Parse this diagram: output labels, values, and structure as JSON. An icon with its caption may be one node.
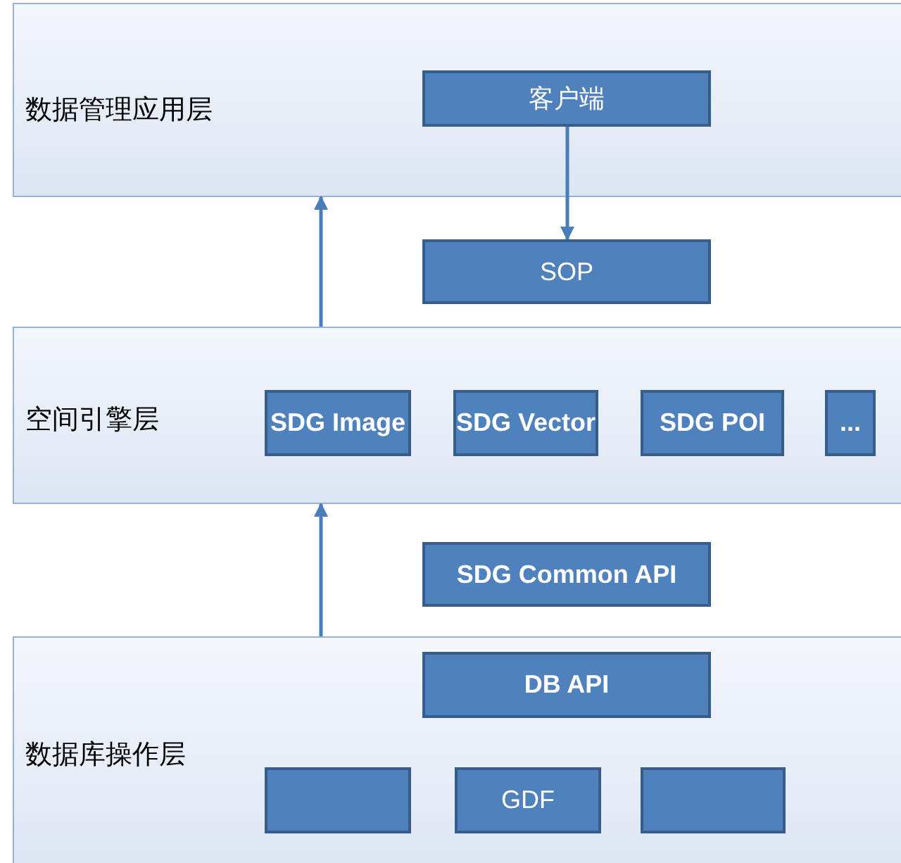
{
  "diagram": {
    "nodes": [
      {
        "text": [
          "数据管理应用层"
        ]
      },
      {
        "text": [
          "客户端"
        ],
        "in": 0
      },
      {
        "text": [
          "SOP"
        ]
      },
      {
        "text": [
          "空间引擎层"
        ]
      },
      {
        "text": [
          "SDG Image"
        ],
        "in": 3
      },
      {
        "text": [
          "SDG Vector"
        ],
        "in": 3
      },
      {
        "text": [
          "SDG POI"
        ],
        "in": 3
      },
      {
        "text": [
          "..."
        ],
        "in": 3
      },
      {
        "text": [
          "SDG Common API"
        ]
      },
      {
        "text": [
          "数据库操作层"
        ]
      },
      {
        "text": [
          "DB API"
        ],
        "in": 9
      },
      {
        "text": [],
        "shape": "box",
        "in": 9
      },
      {
        "text": [
          "GDF"
        ],
        "in": 9
      },
      {
        "text": [],
        "shape": "box",
        "in": 9
      }
    ],
    "edges": [
      {
        "from": 1,
        "to": 2,
        "arrow": "to"
      },
      {
        "from": 3,
        "to": 0,
        "arrow": "to"
      },
      {
        "from": 9,
        "to": 3,
        "arrow": "to"
      }
    ]
  }
}
